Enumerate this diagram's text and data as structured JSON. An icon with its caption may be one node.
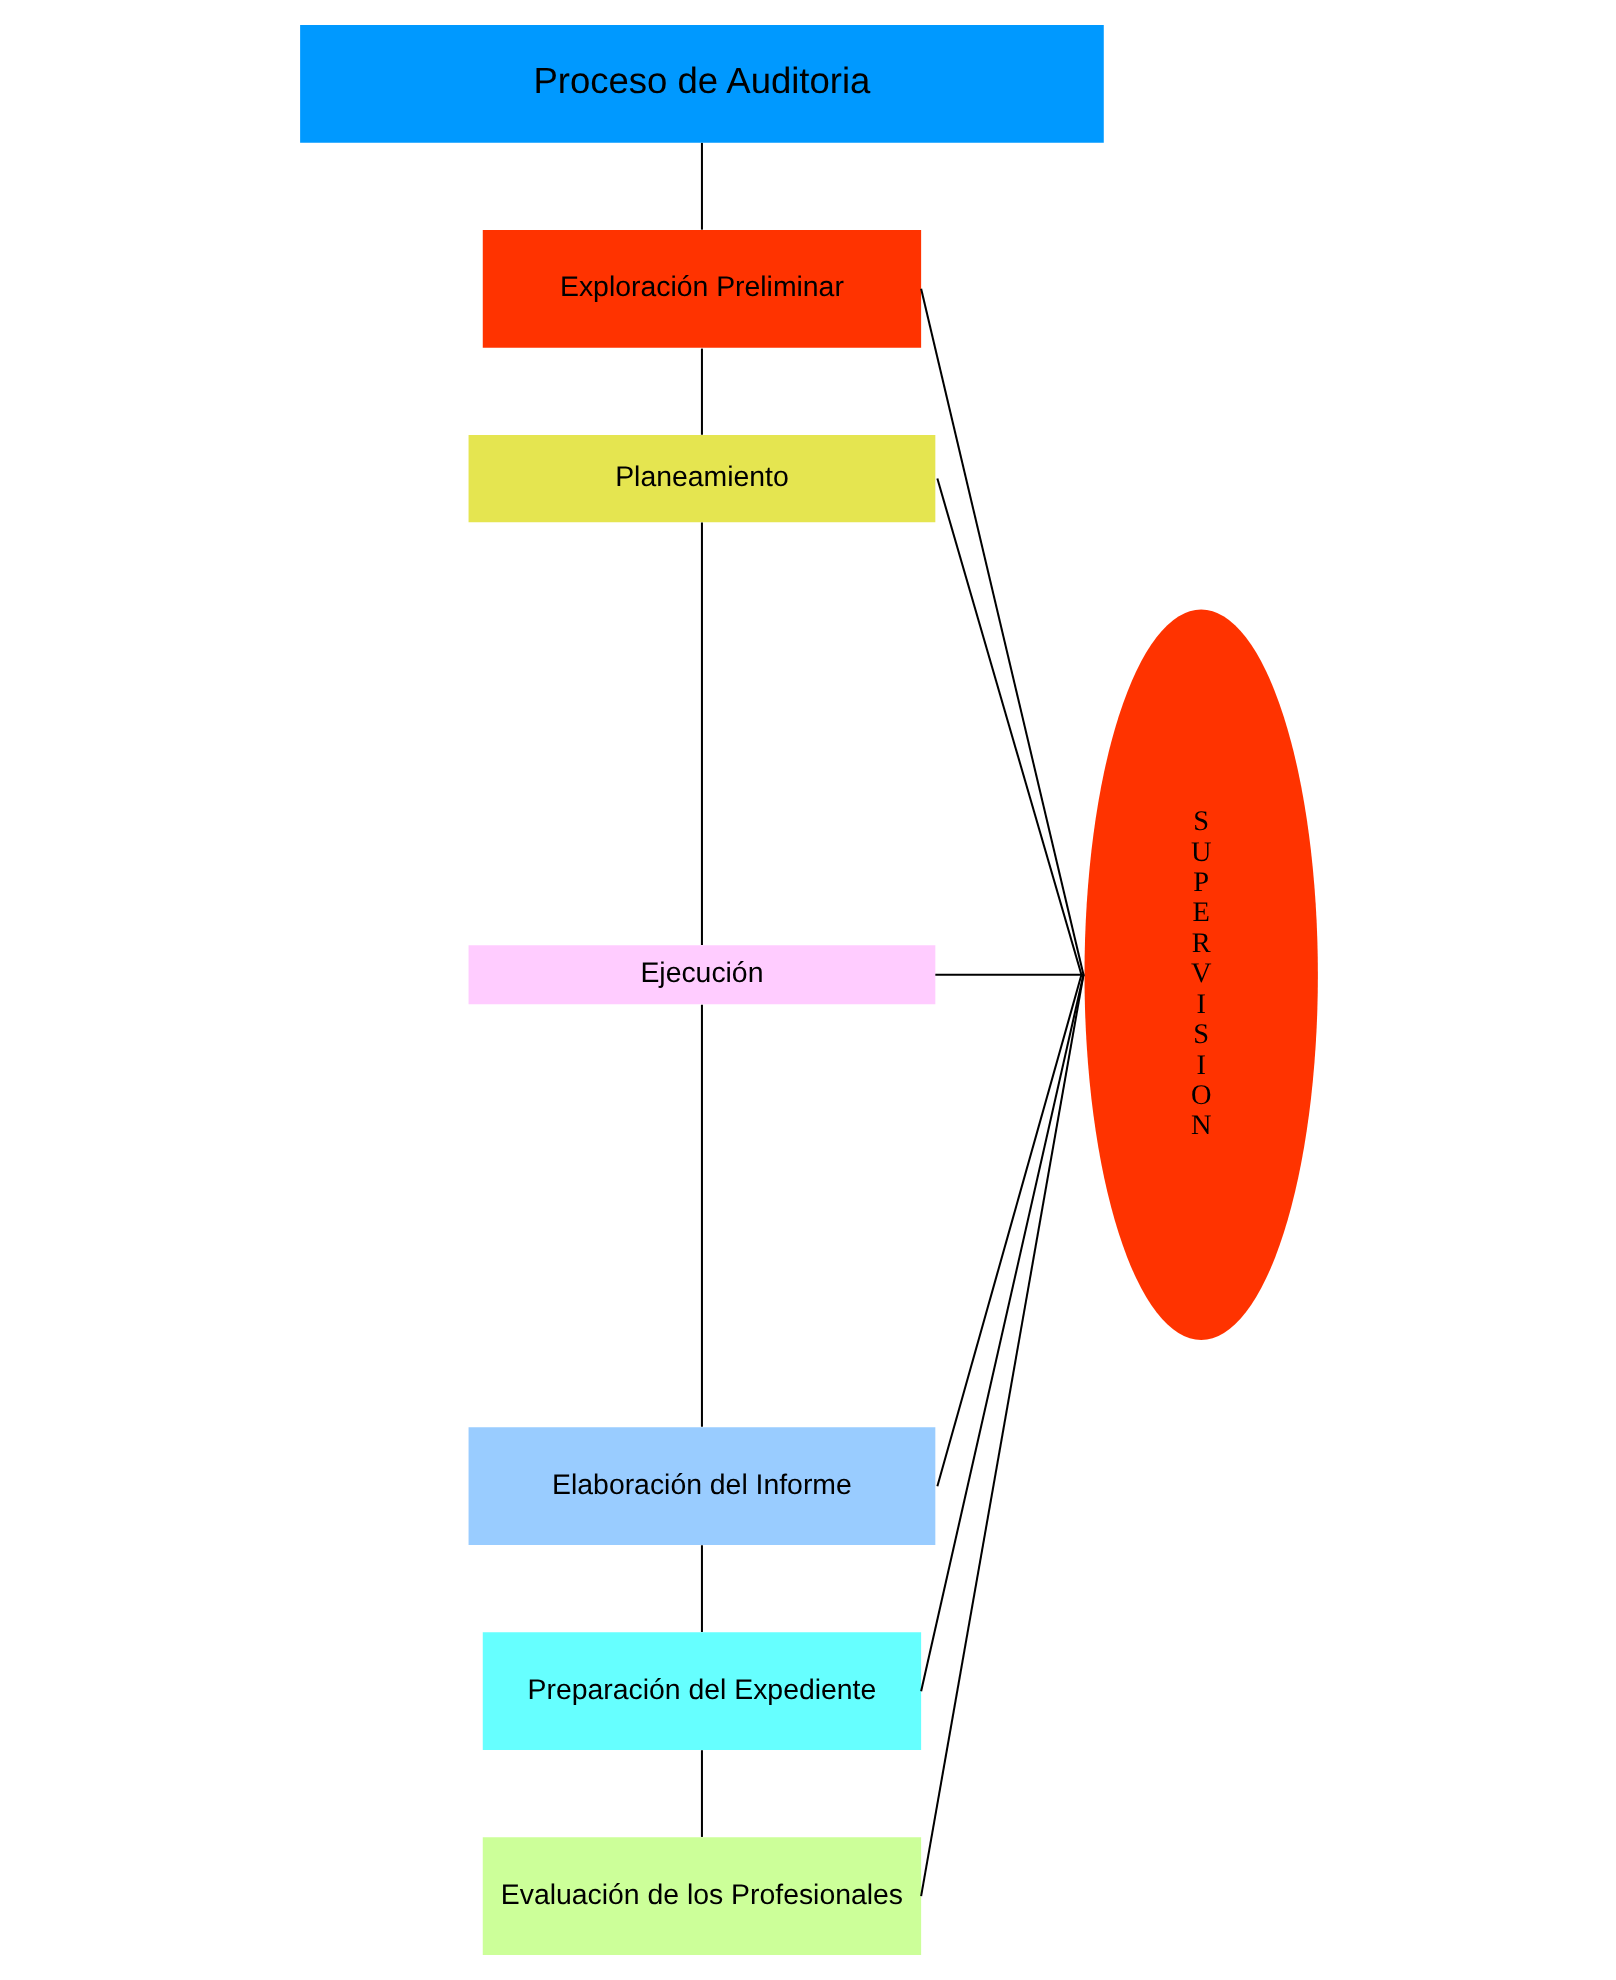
{
  "diagram": {
    "nodes": [
      {
        "text": [
          "Proceso de Auditoria"
        ]
      },
      {
        "text": [
          "Exploración Preliminar"
        ]
      },
      {
        "text": [
          "Planeamiento"
        ]
      },
      {
        "text": [
          "Ejecución"
        ]
      },
      {
        "text": [
          "Elaboración del Informe"
        ]
      },
      {
        "text": [
          "Preparación del Expediente"
        ]
      },
      {
        "text": [
          "Evaluación de los Profesionales"
        ]
      },
      {
        "text": [
          "SUPERVISION"
        ]
      }
    ],
    "edges": [
      {
        "from": 0,
        "to": 1,
        "arrow": "none"
      },
      {
        "from": 1,
        "to": 2,
        "arrow": "none"
      },
      {
        "from": 2,
        "to": 3,
        "arrow": "none"
      },
      {
        "from": 3,
        "to": 4,
        "arrow": "none"
      },
      {
        "from": 4,
        "to": 5,
        "arrow": "none"
      },
      {
        "from": 5,
        "to": 6,
        "arrow": "none"
      },
      {
        "from": 1,
        "to": 7,
        "arrow": "none"
      },
      {
        "from": 2,
        "to": 7,
        "arrow": "none"
      },
      {
        "from": 3,
        "to": 7,
        "arrow": "none"
      },
      {
        "from": 4,
        "to": 7,
        "arrow": "none"
      },
      {
        "from": 5,
        "to": 7,
        "arrow": "none"
      },
      {
        "from": 6,
        "to": 7,
        "arrow": "none"
      }
    ]
  }
}
